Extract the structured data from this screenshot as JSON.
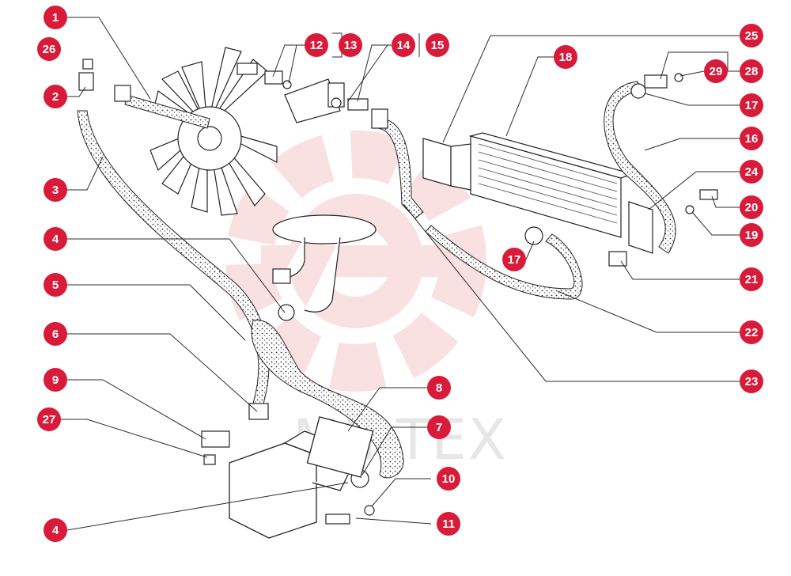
{
  "watermark": {
    "text": "MIRTEX",
    "color": "#f5c7c9"
  },
  "badge_color": "#d91b3a",
  "callouts": [
    {
      "id": "c1",
      "label": "1"
    },
    {
      "id": "c2",
      "label": "2"
    },
    {
      "id": "c3",
      "label": "3"
    },
    {
      "id": "c4a",
      "label": "4"
    },
    {
      "id": "c4b",
      "label": "4"
    },
    {
      "id": "c5",
      "label": "5"
    },
    {
      "id": "c6",
      "label": "6"
    },
    {
      "id": "c7",
      "label": "7"
    },
    {
      "id": "c8",
      "label": "8"
    },
    {
      "id": "c9",
      "label": "9"
    },
    {
      "id": "c10",
      "label": "10"
    },
    {
      "id": "c11",
      "label": "11"
    },
    {
      "id": "c12",
      "label": "12"
    },
    {
      "id": "c13",
      "label": "13"
    },
    {
      "id": "c14",
      "label": "14"
    },
    {
      "id": "c15",
      "label": "15"
    },
    {
      "id": "c16",
      "label": "16"
    },
    {
      "id": "c17a",
      "label": "17"
    },
    {
      "id": "c17b",
      "label": "17"
    },
    {
      "id": "c18",
      "label": "18"
    },
    {
      "id": "c19",
      "label": "19"
    },
    {
      "id": "c20",
      "label": "20"
    },
    {
      "id": "c21",
      "label": "21"
    },
    {
      "id": "c22",
      "label": "22"
    },
    {
      "id": "c23",
      "label": "23"
    },
    {
      "id": "c24",
      "label": "24"
    },
    {
      "id": "c25",
      "label": "25"
    },
    {
      "id": "c26",
      "label": "26"
    },
    {
      "id": "c27",
      "label": "27"
    },
    {
      "id": "c28",
      "label": "28"
    },
    {
      "id": "c29",
      "label": "29"
    }
  ]
}
